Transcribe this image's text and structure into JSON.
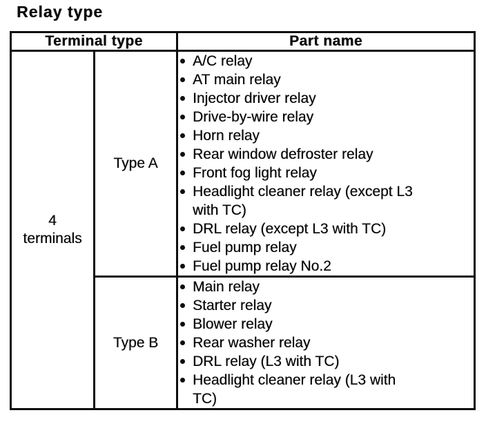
{
  "document": {
    "title": "Relay type"
  },
  "table": {
    "header": {
      "terminal_type": "Terminal type",
      "part_name": "Part name"
    },
    "terminal_group_label": "4 terminals",
    "rows": [
      {
        "type_label": "Type A",
        "parts": [
          "A/C relay",
          "AT main relay",
          "Injector driver relay",
          "Drive-by-wire relay",
          "Horn relay",
          "Rear window defroster relay",
          "Front fog light relay",
          "Headlight cleaner relay (except L3 with TC)",
          "DRL relay (except L3 with TC)",
          "Fuel pump relay",
          "Fuel pump relay No.2"
        ]
      },
      {
        "type_label": "Type B",
        "parts": [
          "Main relay",
          "Starter relay",
          "Blower relay",
          "Rear washer relay",
          "DRL relay (L3 with TC)",
          "Headlight cleaner relay (L3 with TC)"
        ]
      }
    ]
  },
  "colors": {
    "ink": "#0d0d0d",
    "paper": "#ffffff"
  }
}
